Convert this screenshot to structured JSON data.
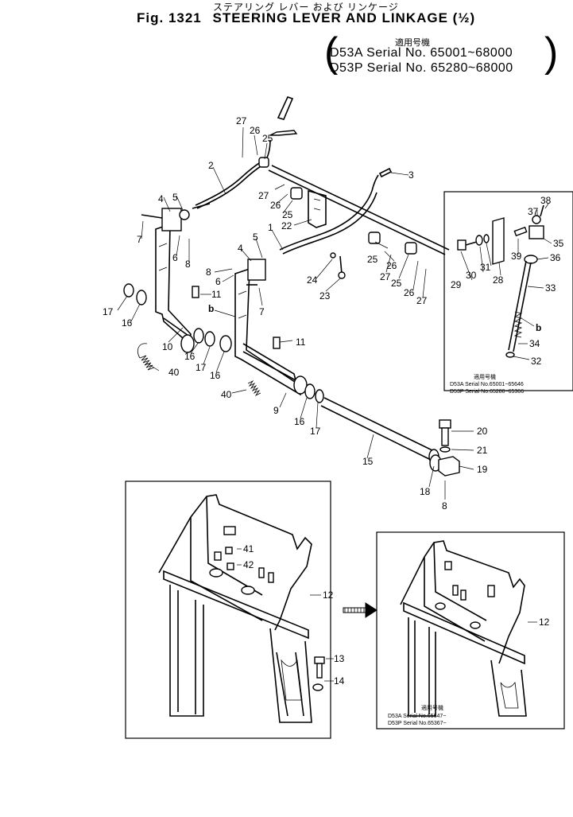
{
  "header": {
    "japanese_title": "ステアリング レバー および リンケージ",
    "fig_label": "Fig. 1321",
    "title": "STEERING LEVER AND LINKAGE (½)",
    "applicable_jp": "適用号機",
    "serials": [
      "D53A Serial No. 65001~68000",
      "D53P Serial No. 65280~68000"
    ]
  },
  "parts": {
    "p1": "1",
    "p2": "2",
    "p3": "3",
    "p4a": "4",
    "p4b": "4",
    "p5a": "5",
    "p5b": "5",
    "p6a": "6",
    "p6b": "6",
    "p7a": "7",
    "p7b": "7",
    "p8a": "8",
    "p8b": "8",
    "p8c": "8",
    "p9": "9",
    "p10": "10",
    "p11a": "11",
    "p11b": "11",
    "p12a": "12",
    "p12b": "12",
    "p13": "13",
    "p14": "14",
    "p15": "15",
    "p16a": "16",
    "p16b": "16",
    "p16c": "16",
    "p16d": "16",
    "p17a": "17",
    "p17b": "17",
    "p17c": "17",
    "p18": "18",
    "p19": "19",
    "p20": "20",
    "p21": "21",
    "p22": "22",
    "p23": "23",
    "p24": "24",
    "p25a": "25",
    "p25b": "25",
    "p25c": "25",
    "p25d": "25",
    "p26a": "26",
    "p26b": "26",
    "p26c": "26",
    "p26d": "26",
    "p27a": "27",
    "p27b": "27",
    "p27c": "27",
    "p27d": "27",
    "p28": "28",
    "p29": "29",
    "p30": "30",
    "p31": "31",
    "p32": "32",
    "p33": "33",
    "p34": "34",
    "p35": "35",
    "p36": "36",
    "p37": "37",
    "p38": "38",
    "p39": "39",
    "p40a": "40",
    "p40b": "40",
    "p41": "41",
    "p42": "42",
    "ref_b1": "b",
    "ref_b2": "b"
  },
  "inset_notes": {
    "detail": {
      "heading": "適用号機",
      "line1": "D53A Serial No.65001~65646",
      "line2": "D53P Serial No.65280~65366"
    },
    "frame_new": {
      "heading": "適用号機",
      "line1": "D53A Serial No.65647~",
      "line2": "D53P Serial No.65367~"
    }
  }
}
